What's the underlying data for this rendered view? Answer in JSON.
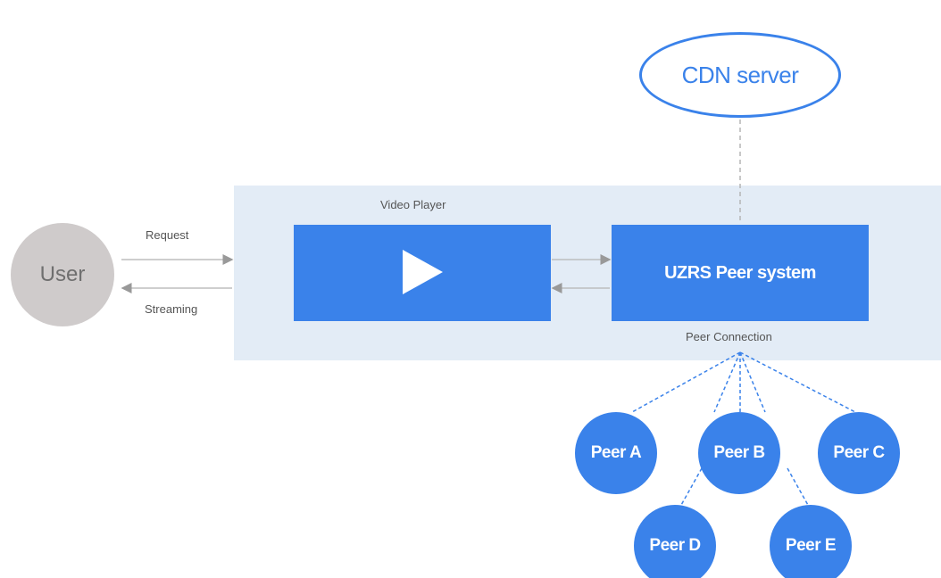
{
  "diagram": {
    "user": "User",
    "request": "Request",
    "streaming": "Streaming",
    "video_player": "Video Player",
    "peer_system": "UZRS Peer system",
    "cdn_server": "CDN server",
    "peer_connection": "Peer Connection",
    "peers": [
      "Peer A",
      "Peer B",
      "Peer C",
      "Peer D",
      "Peer E"
    ]
  },
  "colors": {
    "accent_blue": "#3a82ea",
    "panel_background": "#e3ecf6",
    "user_gray": "#cfcbcb",
    "arrow_gray": "#999999"
  }
}
